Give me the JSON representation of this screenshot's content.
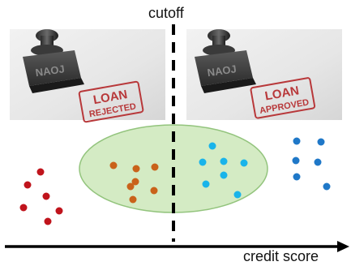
{
  "labels": {
    "cutoff": "cutoff",
    "x_axis": "credit score"
  },
  "stamps": {
    "rejected": {
      "line1": "LOAN",
      "line2": "REJECTED",
      "ink_color": "#b8383a"
    },
    "approved": {
      "line1": "LOAN",
      "line2": "APPROVED",
      "ink_color": "#b8383a"
    },
    "handle_print": "NAOJ"
  },
  "colors": {
    "red_dots": "#c0141c",
    "orange_dots": "#c9621a",
    "light_blue_dots": "#19b4ea",
    "blue_dots": "#1f78c8",
    "ellipse_fill": "#d4ebc4",
    "ellipse_stroke": "#93c47d",
    "axis": "#000000",
    "cutoff_line": "#000000"
  },
  "icons": [
    "rubber-stamp-icon",
    "rubber-stamp-icon"
  ]
}
